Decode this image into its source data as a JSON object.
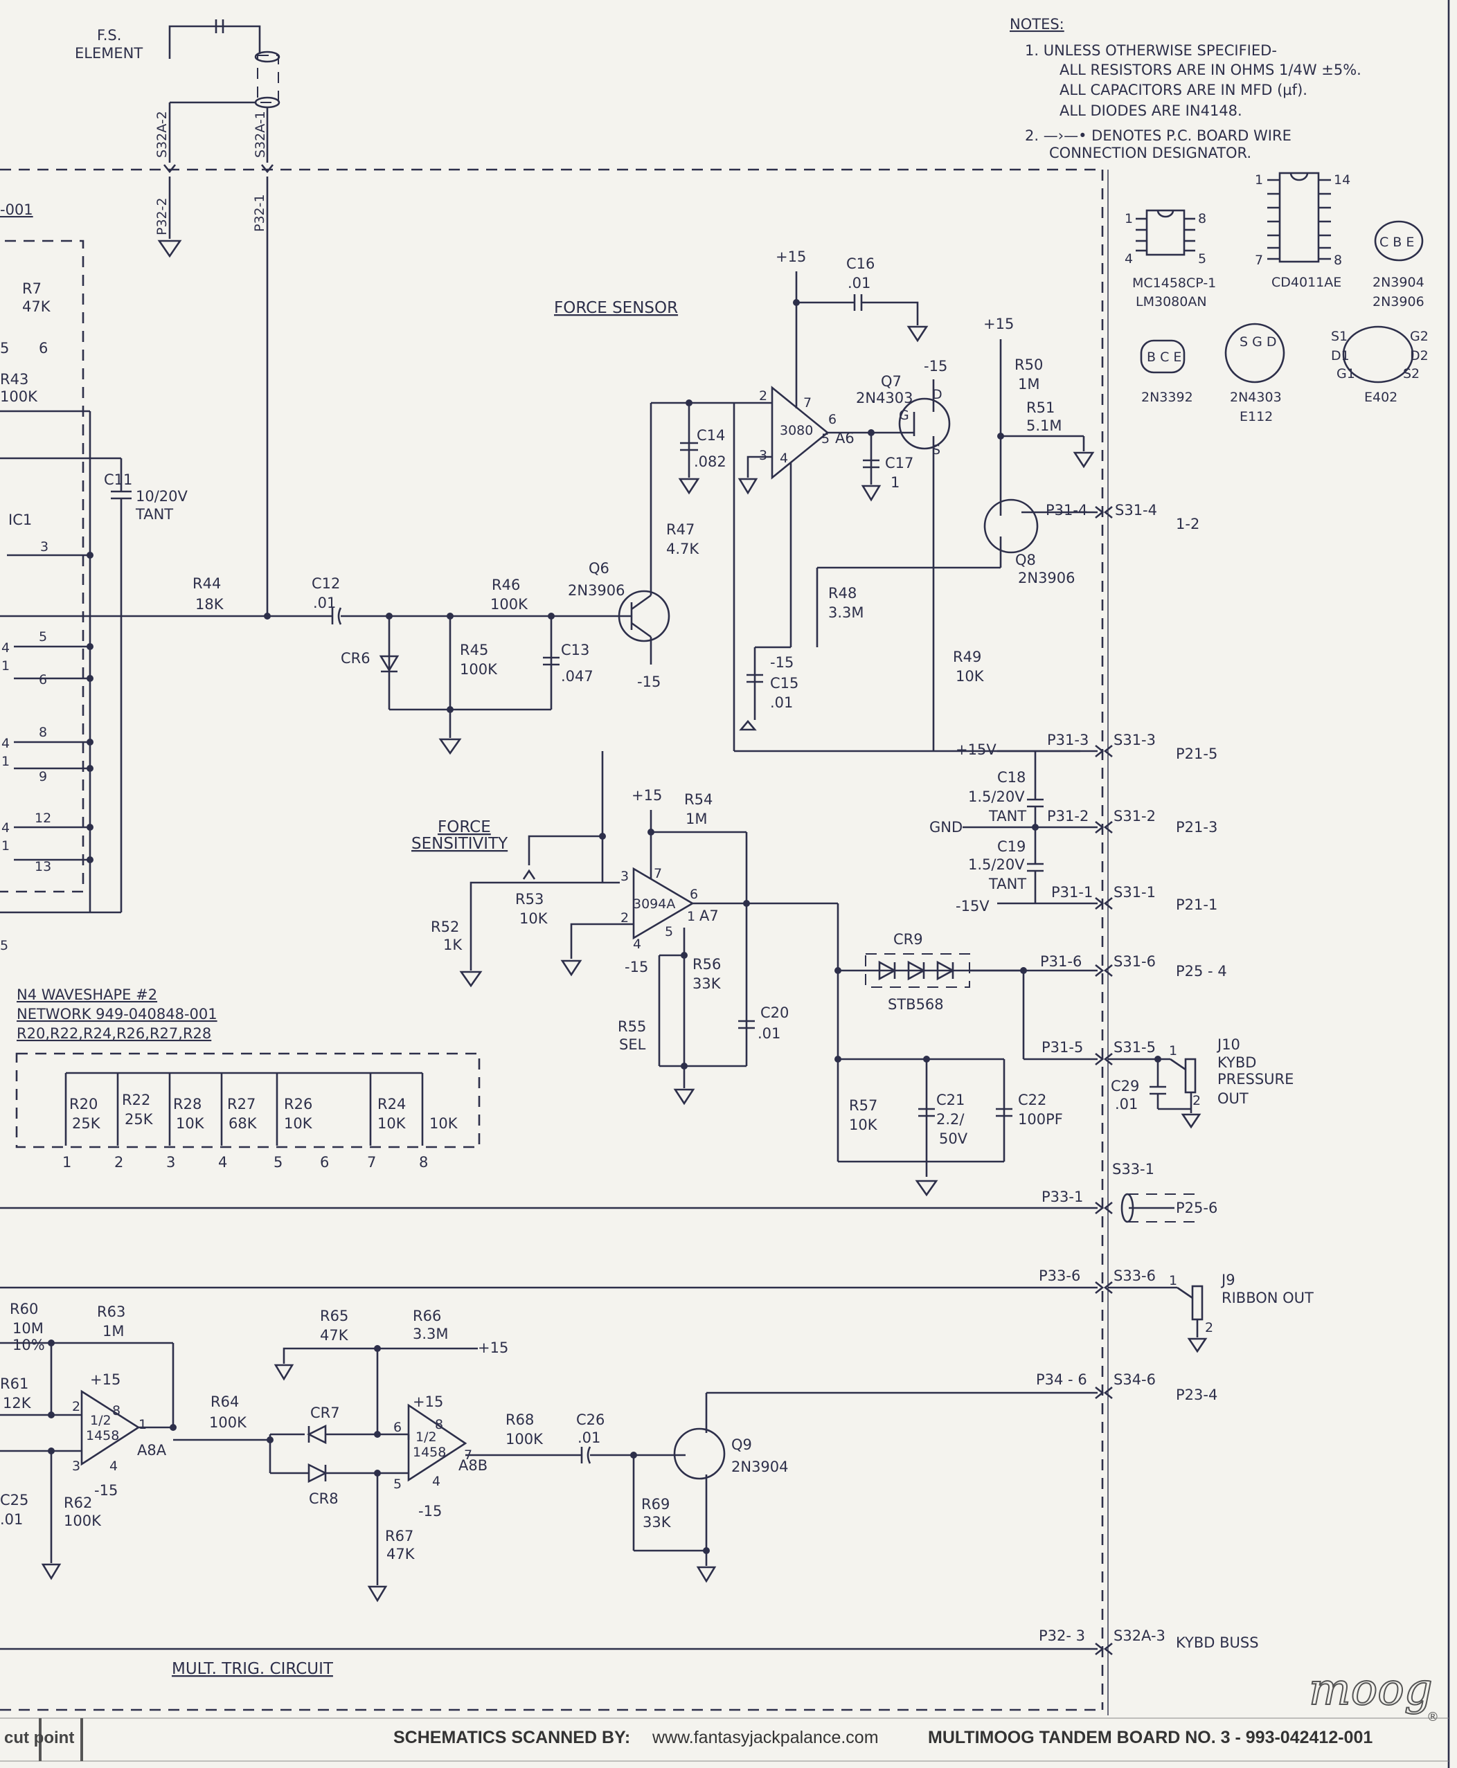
{
  "notes": {
    "heading": "NOTES:",
    "n1_a": "1. UNLESS OTHERWISE SPECIFIED-",
    "n1_b": "ALL RESISTORS ARE IN OHMS 1/4W ±5%.",
    "n1_c": "ALL CAPACITORS ARE IN MFD (µf).",
    "n1_d": "ALL DIODES ARE IN4148.",
    "n2_a": "2. —›—• DENOTES P.C. BOARD WIRE",
    "n2_b": "CONNECTION DESIGNATOR."
  },
  "packages": {
    "mc1458": "MC1458CP-1",
    "lm3080": "LM3080AN",
    "cd4011": "CD4011AE",
    "q_2n3904": "2N3904",
    "q_2n3906": "2N3906",
    "q_2n3392": "2N3392",
    "q_2n4303": "2N4303",
    "e112": "E112",
    "e402": "E402",
    "pin1": "1",
    "pin8": "8",
    "pin4": "4",
    "pin5": "5",
    "pin14": "14",
    "pin7": "7",
    "cbe": "C B E",
    "bce": "B C E",
    "sdg": "S G D",
    "s1": "S1",
    "d1": "D1",
    "g1": "G1",
    "g2": "G2",
    "d2": "D2",
    "s2": "S2"
  },
  "top": {
    "fs_element_1": "F.S.",
    "fs_element_2": "ELEMENT",
    "s32a2": "S32A-2",
    "s32a1": "S32A-1",
    "p32_2": "P32-2",
    "p32_1": "P32-1"
  },
  "force_sensor": {
    "title": "FORCE SENSOR",
    "plus15_a": "+15",
    "c16": "C16",
    "c16v": ".01",
    "a6": "A6",
    "a6_ic": "3080",
    "c14": "C14",
    "c14v": ".082",
    "c17": "C17",
    "c17v": "1",
    "q7": "Q7",
    "q7t": "2N4303",
    "minus15_q7": "-15",
    "plus15_b": "+15",
    "r50": "R50",
    "r50v": "1M",
    "r51": "R51",
    "r51v": "5.1M",
    "r47": "R47",
    "r47v": "4.7K",
    "q6": "Q6",
    "q6t": "2N3906",
    "minus15_q6": "-15",
    "r48": "R48",
    "r48v": "3.3M",
    "minus15_c15": "-15",
    "c15": "C15",
    "c15v": ".01",
    "r49": "R49",
    "r49v": "10K",
    "q8": "Q8",
    "q8t": "2N3906",
    "r44": "R44",
    "r44v": "18K",
    "c12": "C12",
    "c12v": ".01",
    "r46": "R46",
    "r46v": "100K",
    "r45": "R45",
    "r45v": "100K",
    "c13": "C13",
    "c13v": ".047",
    "cr6": "CR6",
    "p2": "2",
    "p7": "7",
    "p6": "6",
    "p5": "5",
    "p3": "3",
    "p4": "4",
    "g": "G",
    "d": "D",
    "s": "S"
  },
  "left_partial": {
    "net001": "-001",
    "r7": "R7",
    "r7v": "47K",
    "r43": "R43",
    "r43v": "100K",
    "p5": "5",
    "p6": "6",
    "c11": "C11",
    "c11v": "10/20V",
    "c11t": "TANT",
    "ic1": "IC1",
    "p3": "3",
    "p5b": "5",
    "p6b": "6",
    "p8": "8",
    "p9": "9",
    "p12": "12",
    "p13": "13",
    "g4a": "4",
    "g4b": "4",
    "g4c": "4",
    "g1a": "1",
    "g1b": "1",
    "g1c": "1",
    "p5c": "5"
  },
  "sensitivity": {
    "title1": "FORCE",
    "title2": "SENSITIVITY",
    "plus15": "+15",
    "r54": "R54",
    "r54v": "1M",
    "a7": "A7",
    "a7_ic": "3094A",
    "r53": "R53",
    "r53v": "10K",
    "r52": "R52",
    "r52v": "1K",
    "minus15": "-15",
    "r56": "R56",
    "r56v": "33K",
    "r55": "R55",
    "r55v": "SEL",
    "c20": "C20",
    "c20v": ".01",
    "cr9": "CR9",
    "cr9t": "STB568",
    "r57": "R57",
    "r57v": "10K",
    "c21": "C21",
    "c21v": "2.2/",
    "c21v2": "50V",
    "c22": "C22",
    "c22v": "100PF",
    "p3": "3",
    "p7": "7",
    "p6": "6",
    "p2": "2",
    "p1": "1",
    "p4": "4",
    "p5": "5"
  },
  "connectors": {
    "p31_4": "P31-4",
    "s31_4": "S31-4",
    "d31_4": "1-2",
    "plus15v": "+15V",
    "p31_3": "P31-3",
    "s31_3": "S31-3",
    "d31_3": "P21-5",
    "c18": "C18",
    "c18v": "1.5/20V",
    "c18t": "TANT",
    "gnd": "GND",
    "p31_2": "P31-2",
    "s31_2": "S31-2",
    "d31_2": "P21-3",
    "c19": "C19",
    "c19v": "1.5/20V",
    "c19t": "TANT",
    "minus15v": "-15V",
    "p31_1": "P31-1",
    "s31_1": "S31-1",
    "d31_1": "P21-1",
    "p31_6": "P31-6",
    "s31_6": "S31-6",
    "d31_6": "P25 - 4",
    "p31_5": "P31-5",
    "s31_5": "S31-5",
    "j10": "J10",
    "j10a": "KYBD",
    "j10b": "PRESSURE",
    "j10c": "OUT",
    "c29": "C29",
    "c29v": ".01",
    "s33_1": "S33-1",
    "p33_1": "P33-1",
    "d33_1": "P25-6",
    "p33_6": "P33-6",
    "s33_6": "S33-6",
    "j9": "J9",
    "j9a": "RIBBON OUT",
    "p34_6": "P34 - 6",
    "s34_6": "S34-6",
    "d34_6": "P23-4",
    "p32_3": "P32- 3",
    "s32a_3": "S32A-3",
    "d32_3": "KYBD  BUSS",
    "pin1": "1",
    "pin2": "2",
    "pin1b": "1",
    "pin2b": "2"
  },
  "waveshape": {
    "l1": "N4 WAVESHAPE #2",
    "l2": "NETWORK 949-040848-001",
    "l3": "R20,R22,R24,R26,R27,R28",
    "r20": "R20",
    "r20v": "25K",
    "r22": "R22",
    "r22v": "25K",
    "r28": "R28",
    "r28v": "10K",
    "r27": "R27",
    "r27v": "68K",
    "r26": "R26",
    "r26v": "10K",
    "r24": "R24",
    "r24v": "10K",
    "r_last": "10K",
    "n1": "1",
    "n2": "2",
    "n3": "3",
    "n4": "4",
    "n5": "5",
    "n6": "6",
    "n7": "7",
    "n8": "8"
  },
  "mult_trig": {
    "title": "MULT. TRIG. CIRCUIT",
    "r60": "R60",
    "r60v": "10M",
    "r60t": "10%",
    "r63": "R63",
    "r63v": "1M",
    "r61": "R61",
    "r61v": "12K",
    "plus15_a": "+15",
    "a8a": "A8A",
    "a8_ic": "1/2",
    "a8_ic2": "1458",
    "c25": "C25",
    "c25v": ".01",
    "r62": "R62",
    "r62v": "100K",
    "minus15_a": "-15",
    "r65": "R65",
    "r65v": "47K",
    "r66": "R66",
    "r66v": "3.3M",
    "plus15_r66": "+15",
    "r64": "R64",
    "r64v": "100K",
    "cr7": "CR7",
    "cr8": "CR8",
    "plus15_b": "+15",
    "a8b": "A8B",
    "minus15_b": "-15",
    "r67": "R67",
    "r67v": "47K",
    "r68": "R68",
    "r68v": "100K",
    "c26": "C26",
    "c26v": ".01",
    "q9": "Q9",
    "q9t": "2N3904",
    "r69": "R69",
    "r69v": "33K",
    "p2": "2",
    "p8": "8",
    "p3": "3",
    "p4": "4",
    "p1": "1",
    "p6": "6",
    "p8b": "8",
    "p5": "5",
    "p4b": "4",
    "p7": "7"
  },
  "footer": {
    "cut": "cut point",
    "scanned_label": "SCHEMATICS SCANNED BY:",
    "scanned_url": "www.fantasyjackpalance.com",
    "board": "MULTIMOOG TANDEM BOARD NO. 3 - 993-042412-001",
    "logo": "moog",
    "reg": "®"
  }
}
